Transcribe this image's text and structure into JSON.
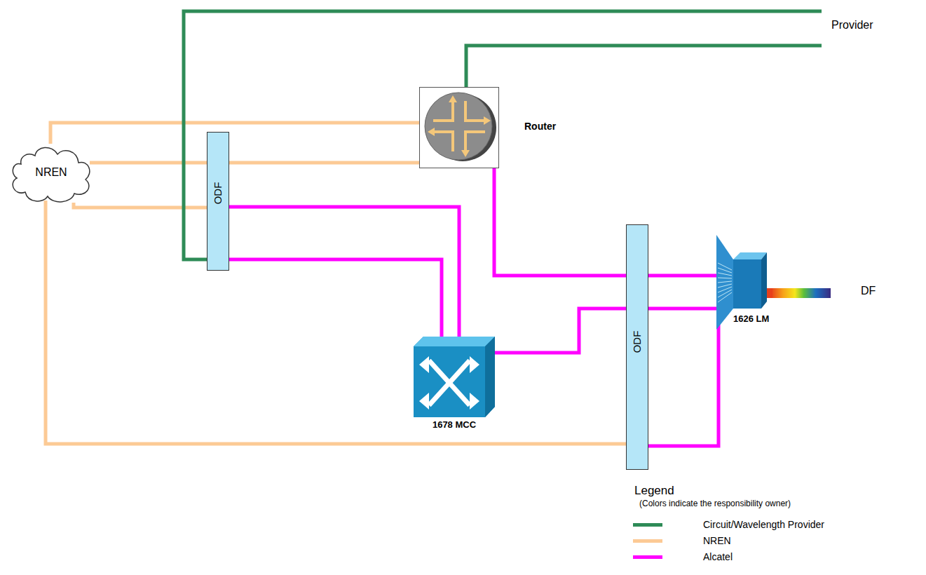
{
  "diagram": {
    "nodes": [
      {
        "text": [
          "NREN"
        ]
      },
      {
        "text": [
          "ODF"
        ]
      },
      {
        "text": [
          "Router"
        ]
      },
      {
        "text": [
          "ODF"
        ]
      },
      {
        "text": [
          "1678 MCC"
        ]
      },
      {
        "text": [
          "1626 LM"
        ]
      }
    ],
    "edges": [
      {
        "from": 0,
        "to": 2,
        "arrow": "none"
      },
      {
        "from": 0,
        "to": 2,
        "arrow": "none"
      },
      {
        "from": 0,
        "to": 1,
        "arrow": "none"
      },
      {
        "from": 1,
        "to": 4,
        "arrow": "none"
      },
      {
        "from": 1,
        "to": 4,
        "arrow": "none"
      },
      {
        "from": 2,
        "to": 3,
        "arrow": "none"
      },
      {
        "from": 3,
        "to": 5,
        "arrow": "none"
      },
      {
        "from": 4,
        "to": 3,
        "arrow": "none"
      },
      {
        "from": 3,
        "to": 5,
        "arrow": "none"
      },
      {
        "from": 0,
        "to": 3,
        "arrow": "none"
      },
      {
        "from": 3,
        "to": 5,
        "arrow": "none"
      }
    ],
    "labels": [
      "Provider",
      "DF",
      "Legend",
      "(Colors indicate the responsibility owner)"
    ],
    "legend": [
      {
        "text": "Circuit/Wavelength Provider",
        "color": "#2e8b57"
      },
      {
        "text": "NREN",
        "color": "#fcca95"
      },
      {
        "text": "Alcatel",
        "color": "#ff00ff"
      }
    ]
  }
}
